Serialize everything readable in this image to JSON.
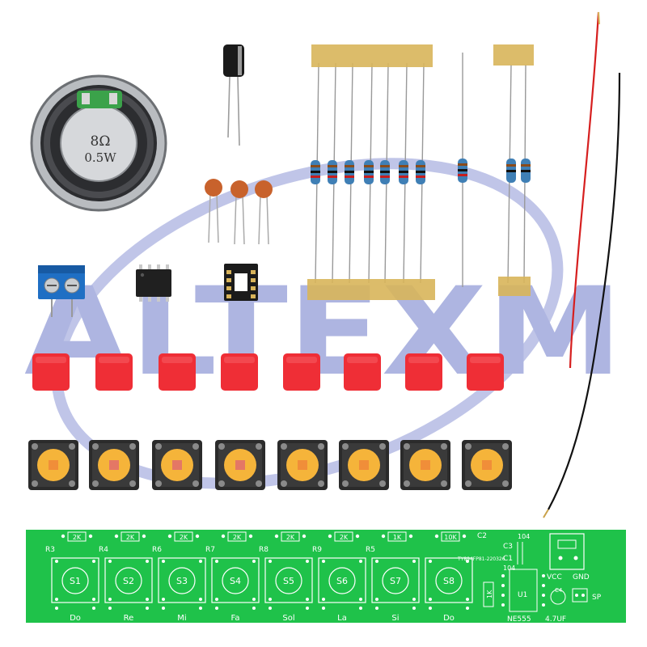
{
  "speaker": {
    "ohms": "8Ω",
    "watts": "0.5W"
  },
  "watermark": {
    "text": "ALTEXM"
  },
  "colors": {
    "pcb_green": "#1fc24a",
    "pcb_silk": "#ffffff",
    "cap_red": "#ef2e36",
    "button_yellow": "#f5b43a",
    "button_body": "#2b2b2b",
    "watermark": "#6c7ac9",
    "terminal_blue": "#1f6fc4",
    "ceramic_cap": "#c8622c",
    "paper_tape": "#d8b55a"
  },
  "pcb": {
    "switches": [
      {
        "ref": "R3",
        "resistor": "2K",
        "switch": "S1",
        "note": "Do"
      },
      {
        "ref": "R4",
        "resistor": "2K",
        "switch": "S2",
        "note": "Re"
      },
      {
        "ref": "R6",
        "resistor": "2K",
        "switch": "S3",
        "note": "Mi"
      },
      {
        "ref": "R7",
        "resistor": "2K",
        "switch": "S4",
        "note": "Fa"
      },
      {
        "ref": "R8",
        "resistor": "2K",
        "switch": "S5",
        "note": "Sol"
      },
      {
        "ref": "R9",
        "resistor": "2K",
        "switch": "S6",
        "note": "La"
      },
      {
        "ref": "R5",
        "resistor": "1K",
        "switch": "S7",
        "note": "Si"
      },
      {
        "ref": "",
        "resistor": "10K",
        "switch": "S8",
        "note": "Do"
      }
    ],
    "board_code": "TY894FP81-220326",
    "labels": {
      "c2": "C2",
      "c3": "C3",
      "c1": "C1",
      "cap104_top": "104",
      "cap104_bottom": "104",
      "c4": "C4",
      "u1": "U1",
      "chip": "NE555",
      "elec_cap": "4.7UF",
      "vcc": "VCC",
      "gnd": "GND",
      "sp": "SP",
      "r1": "1K"
    }
  }
}
